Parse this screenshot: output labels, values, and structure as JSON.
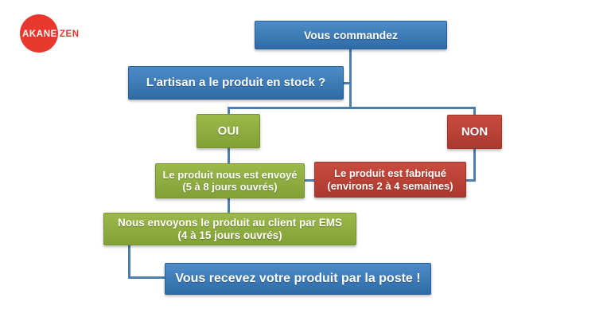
{
  "colors": {
    "blue_top": "#4e8cc9",
    "blue_bottom": "#2e6ba6",
    "blue_border": "#2a5f95",
    "green_top": "#9cb84a",
    "green_bottom": "#82a136",
    "green_border": "#789331",
    "red_top": "#c94b3f",
    "red_bottom": "#ab392e",
    "red_border": "#9e352a",
    "connector": "#4d7db3",
    "logo_red": "#e8382e"
  },
  "logo": {
    "akane": "AKANE",
    "zen": "ZEN"
  },
  "flow": {
    "commandez": "Vous commandez",
    "stock": "L'artisan a le produit en stock ?",
    "oui": "OUI",
    "non": "NON",
    "envoye_1": "Le produit nous est envoyé",
    "envoye_2": "(5 à 8 jours ouvrés)",
    "fabrique_1": "Le produit est fabriqué",
    "fabrique_2": "(environs 2 à 4 semaines)",
    "ems_1": "Nous envoyons le produit au client par EMS",
    "ems_2": "(4 à 15 jours ouvrés)",
    "poste": "Vous recevez votre produit par la poste !"
  }
}
